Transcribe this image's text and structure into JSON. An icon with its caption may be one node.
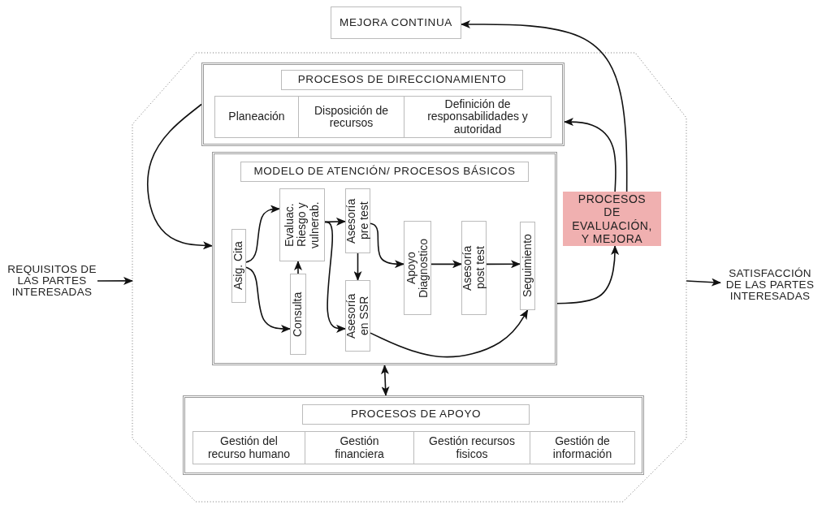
{
  "diagram": {
    "nodes": [
      {
        "text": [
          "MEJORA CONTINUA"
        ]
      },
      {
        "text": [],
        "shape": "octagon"
      },
      {
        "text": [],
        "shape": "box",
        "in": 1
      },
      {
        "text": [
          "PROCESOS DE DIRECCIONAMIENTO"
        ],
        "in": 2
      },
      {
        "text": [
          "Planeación"
        ],
        "in": 2
      },
      {
        "text": [
          "Disposición de recursos"
        ],
        "in": 2
      },
      {
        "text": [
          "Definición de responsabilidades y autoridad"
        ],
        "in": 2
      },
      {
        "text": [
          "REQUISITOS DE LAS PARTES INTERESADAS"
        ]
      },
      {
        "text": [],
        "shape": "box",
        "in": 1
      },
      {
        "text": [
          "MODELO DE ATENCIÓN/ PROCESOS BÁSICOS"
        ],
        "in": 8
      },
      {
        "text": [
          "Asig. Cita"
        ],
        "in": 8
      },
      {
        "text": [
          "Evaluac. Riesgo y vulnerab."
        ],
        "in": 8
      },
      {
        "text": [
          "Asesoría pre test"
        ],
        "in": 8
      },
      {
        "text": [
          "Consulta"
        ],
        "in": 8
      },
      {
        "text": [
          "Asesoría en SSR"
        ],
        "in": 8
      },
      {
        "text": [
          "Apoyo Diagnostico"
        ],
        "in": 8
      },
      {
        "text": [
          "Asesoría post test"
        ],
        "in": 8
      },
      {
        "text": [
          "Seguimiento"
        ],
        "in": 8
      },
      {
        "text": [
          "PROCESOS DE EVALUACIÓN, Y MEJORA"
        ],
        "in": 1
      },
      {
        "text": [
          "SATISFACCIÓN DE LAS PARTES INTERESADAS"
        ]
      },
      {
        "text": [],
        "shape": "box",
        "in": 1
      },
      {
        "text": [
          "PROCESOS DE APOYO"
        ],
        "in": 20
      },
      {
        "text": [
          "Gestión del recurso humano"
        ],
        "in": 20
      },
      {
        "text": [
          "Gestión financiera"
        ],
        "in": 20
      },
      {
        "text": [
          "Gestión recursos fisicos"
        ],
        "in": 20
      },
      {
        "text": [
          "Gestión de información"
        ],
        "in": 20
      }
    ],
    "edges": [
      {
        "from": 7,
        "to": 1,
        "arrow": "to"
      },
      {
        "from": 1,
        "to": 19,
        "arrow": "to"
      },
      {
        "from": 2,
        "to": 8,
        "arrow": "to"
      },
      {
        "from": 18,
        "to": 2,
        "arrow": "to"
      },
      {
        "from": 18,
        "to": 0,
        "arrow": "to"
      },
      {
        "from": 8,
        "to": 18,
        "arrow": "to"
      },
      {
        "from": 8,
        "to": 20,
        "arrow": "both"
      },
      {
        "from": 10,
        "to": 11,
        "arrow": "to"
      },
      {
        "from": 10,
        "to": 13,
        "arrow": "to"
      },
      {
        "from": 13,
        "to": 11,
        "arrow": "to"
      },
      {
        "from": 11,
        "to": 12,
        "arrow": "to"
      },
      {
        "from": 11,
        "to": 14,
        "arrow": "to"
      },
      {
        "from": 12,
        "to": 14,
        "arrow": "to"
      },
      {
        "from": 12,
        "to": 15,
        "arrow": "to"
      },
      {
        "from": 15,
        "to": 16,
        "arrow": "to"
      },
      {
        "from": 16,
        "to": 17,
        "arrow": "to"
      },
      {
        "from": 14,
        "to": 17,
        "arrow": "to"
      }
    ]
  }
}
